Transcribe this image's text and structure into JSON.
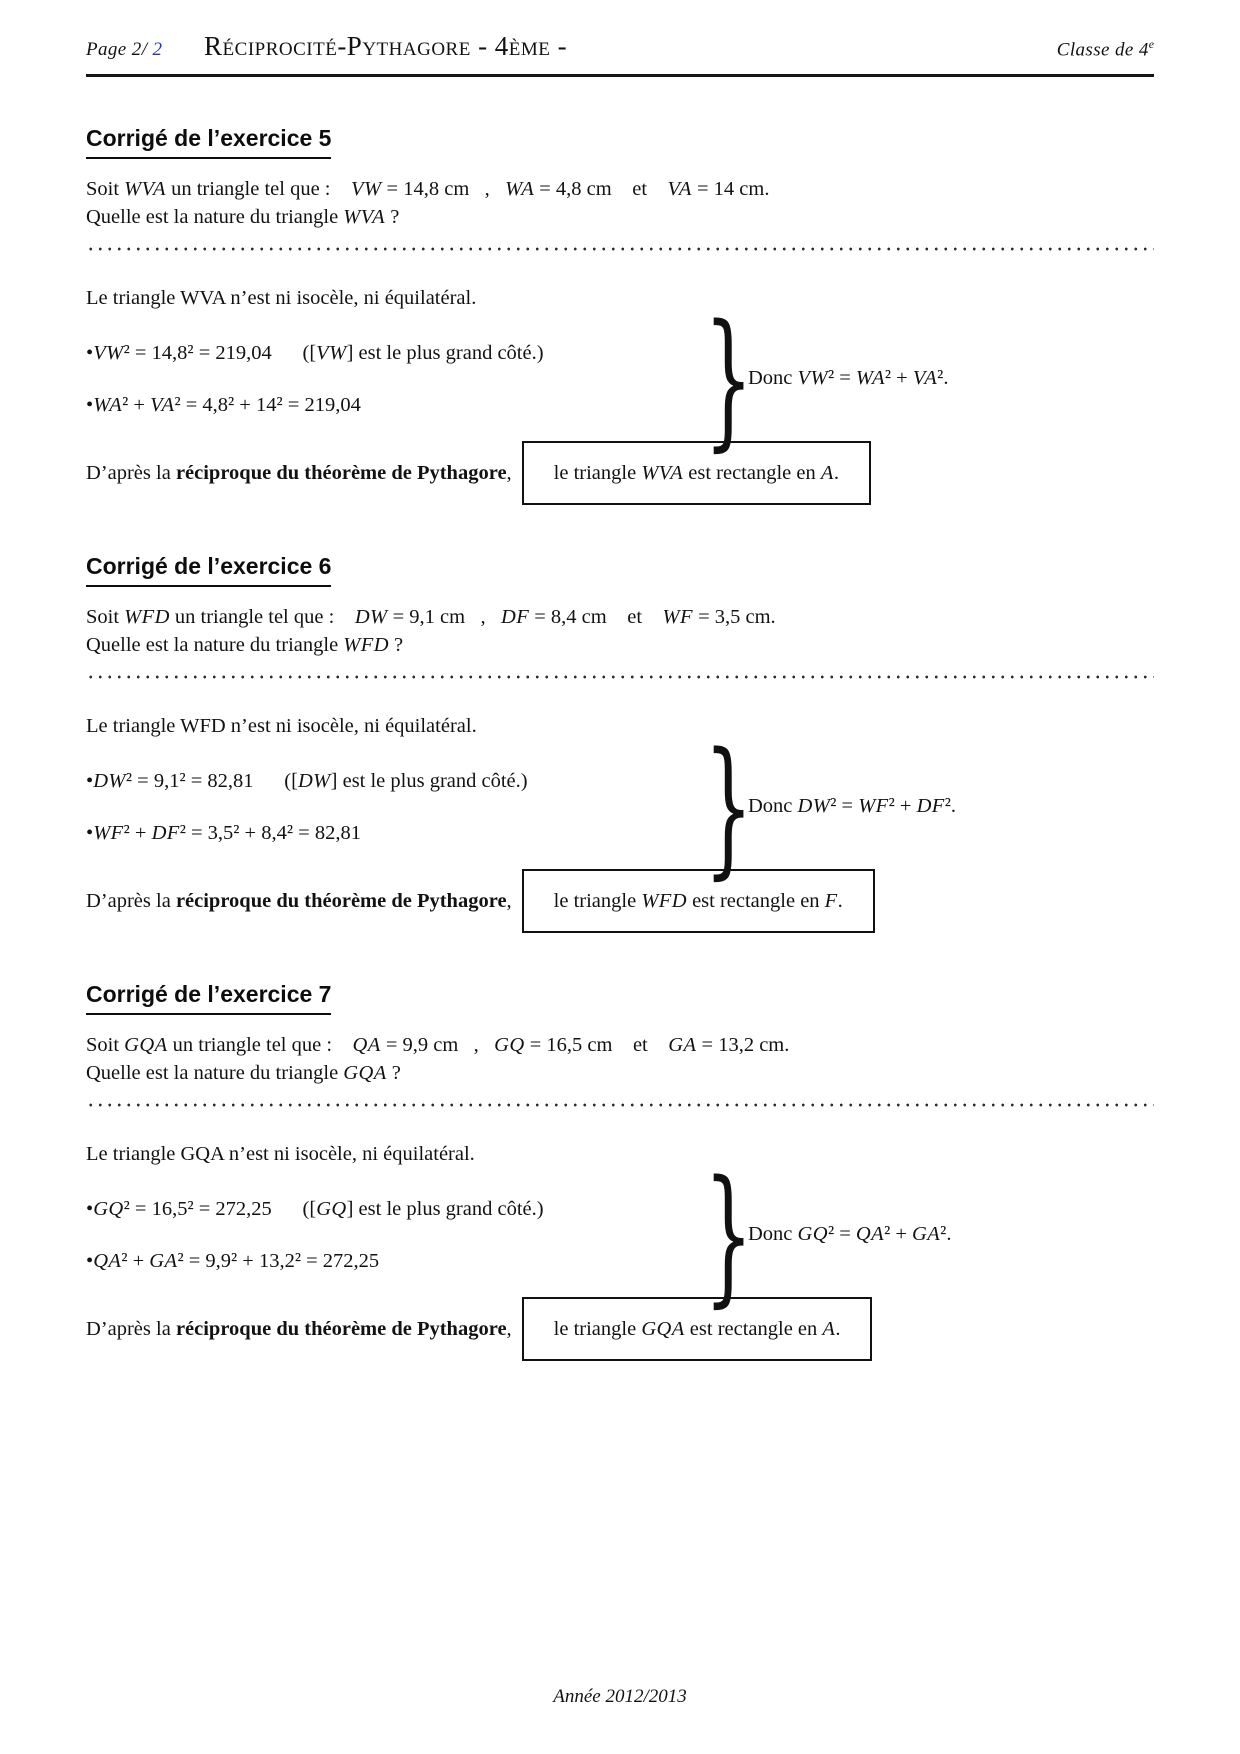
{
  "header": {
    "page": [
      {
        "s": "it",
        "t": "Page 2/ "
      },
      {
        "s": "link",
        "t": "2"
      }
    ],
    "title": "Réciprocité-Pythagore - 4ème -",
    "classe": [
      {
        "s": "it",
        "t": "Classe de 4"
      },
      {
        "s": "sup",
        "t": "e"
      }
    ]
  },
  "icons": {
    "brace_glyph": "}"
  },
  "colors": {
    "link_blue": "#2633cc",
    "text": "#121212"
  },
  "exercises": [
    {
      "heading": "Corrigé de l’exercice 5",
      "given": [
        {
          "s": "rm",
          "t": "Soit "
        },
        {
          "s": "it",
          "t": "WVA"
        },
        {
          "s": "rm",
          "t": " un triangle tel que :    "
        },
        {
          "s": "it",
          "t": "VW"
        },
        {
          "s": "rm",
          "t": " = 14,8 cm   ,   "
        },
        {
          "s": "it",
          "t": "WA"
        },
        {
          "s": "rm",
          "t": " = 4,8 cm    et    "
        },
        {
          "s": "it",
          "t": "VA"
        },
        {
          "s": "rm",
          "t": " = 14 cm."
        }
      ],
      "question": [
        {
          "s": "rm",
          "t": "Quelle est la nature du triangle "
        },
        {
          "s": "it",
          "t": "WVA"
        },
        {
          "s": "rm",
          "t": " ?"
        }
      ],
      "nature": [
        {
          "s": "rm",
          "t": "Le triangle WVA n’est ni isocèle, ni équilatéral."
        }
      ],
      "bullet1": [
        {
          "s": "rm",
          "t": "•"
        },
        {
          "s": "it",
          "t": "VW"
        },
        {
          "s": "rm",
          "t": "² = 14,8² = 219,04      (["
        },
        {
          "s": "it",
          "t": "VW"
        },
        {
          "s": "rm",
          "t": "] est le plus grand côté.)"
        }
      ],
      "bullet2": [
        {
          "s": "rm",
          "t": "•"
        },
        {
          "s": "it",
          "t": "WA"
        },
        {
          "s": "rm",
          "t": "² + "
        },
        {
          "s": "it",
          "t": "VA"
        },
        {
          "s": "rm",
          "t": "² = 4,8² + 14² = 219,04"
        }
      ],
      "donc": [
        {
          "s": "rm",
          "t": "Donc "
        },
        {
          "s": "it",
          "t": "VW"
        },
        {
          "s": "rm",
          "t": "² = "
        },
        {
          "s": "it",
          "t": "WA"
        },
        {
          "s": "rm",
          "t": "² + "
        },
        {
          "s": "it",
          "t": "VA"
        },
        {
          "s": "rm",
          "t": "²."
        }
      ],
      "dapres": [
        {
          "s": "rm",
          "t": "D’après la "
        },
        {
          "s": "bf",
          "t": "réciproque du théorème de Pythagore"
        },
        {
          "s": "rm",
          "t": ","
        }
      ],
      "conclusion": [
        {
          "s": "rm",
          "t": "le triangle "
        },
        {
          "s": "it",
          "t": "WVA"
        },
        {
          "s": "rm",
          "t": " est rectangle en "
        },
        {
          "s": "it",
          "t": "A"
        },
        {
          "s": "rm",
          "t": "."
        }
      ]
    },
    {
      "heading": "Corrigé de l’exercice 6",
      "given": [
        {
          "s": "rm",
          "t": "Soit "
        },
        {
          "s": "it",
          "t": "WFD"
        },
        {
          "s": "rm",
          "t": " un triangle tel que :    "
        },
        {
          "s": "it",
          "t": "DW"
        },
        {
          "s": "rm",
          "t": " = 9,1 cm   ,   "
        },
        {
          "s": "it",
          "t": "DF"
        },
        {
          "s": "rm",
          "t": " = 8,4 cm    et    "
        },
        {
          "s": "it",
          "t": "WF"
        },
        {
          "s": "rm",
          "t": " = 3,5 cm."
        }
      ],
      "question": [
        {
          "s": "rm",
          "t": "Quelle est la nature du triangle "
        },
        {
          "s": "it",
          "t": "WFD"
        },
        {
          "s": "rm",
          "t": " ?"
        }
      ],
      "nature": [
        {
          "s": "rm",
          "t": "Le triangle WFD n’est ni isocèle, ni équilatéral."
        }
      ],
      "bullet1": [
        {
          "s": "rm",
          "t": "•"
        },
        {
          "s": "it",
          "t": "DW"
        },
        {
          "s": "rm",
          "t": "² = 9,1² = 82,81      (["
        },
        {
          "s": "it",
          "t": "DW"
        },
        {
          "s": "rm",
          "t": "] est le plus grand côté.)"
        }
      ],
      "bullet2": [
        {
          "s": "rm",
          "t": "•"
        },
        {
          "s": "it",
          "t": "WF"
        },
        {
          "s": "rm",
          "t": "² + "
        },
        {
          "s": "it",
          "t": "DF"
        },
        {
          "s": "rm",
          "t": "² = 3,5² + 8,4² = 82,81"
        }
      ],
      "donc": [
        {
          "s": "rm",
          "t": "Donc "
        },
        {
          "s": "it",
          "t": "DW"
        },
        {
          "s": "rm",
          "t": "² = "
        },
        {
          "s": "it",
          "t": "WF"
        },
        {
          "s": "rm",
          "t": "² + "
        },
        {
          "s": "it",
          "t": "DF"
        },
        {
          "s": "rm",
          "t": "²."
        }
      ],
      "dapres": [
        {
          "s": "rm",
          "t": "D’après la "
        },
        {
          "s": "bf",
          "t": "réciproque du théorème de Pythagore"
        },
        {
          "s": "rm",
          "t": ","
        }
      ],
      "conclusion": [
        {
          "s": "rm",
          "t": "le triangle "
        },
        {
          "s": "it",
          "t": "WFD"
        },
        {
          "s": "rm",
          "t": " est rectangle en "
        },
        {
          "s": "it",
          "t": "F"
        },
        {
          "s": "rm",
          "t": "."
        }
      ]
    },
    {
      "heading": "Corrigé de l’exercice 7",
      "given": [
        {
          "s": "rm",
          "t": "Soit "
        },
        {
          "s": "it",
          "t": "GQA"
        },
        {
          "s": "rm",
          "t": " un triangle tel que :    "
        },
        {
          "s": "it",
          "t": "QA"
        },
        {
          "s": "rm",
          "t": " = 9,9 cm   ,   "
        },
        {
          "s": "it",
          "t": "GQ"
        },
        {
          "s": "rm",
          "t": " = 16,5 cm    et    "
        },
        {
          "s": "it",
          "t": "GA"
        },
        {
          "s": "rm",
          "t": " = 13,2 cm."
        }
      ],
      "question": [
        {
          "s": "rm",
          "t": "Quelle est la nature du triangle "
        },
        {
          "s": "it",
          "t": "GQA"
        },
        {
          "s": "rm",
          "t": " ?"
        }
      ],
      "nature": [
        {
          "s": "rm",
          "t": "Le triangle GQA n’est ni isocèle, ni équilatéral."
        }
      ],
      "bullet1": [
        {
          "s": "rm",
          "t": "•"
        },
        {
          "s": "it",
          "t": "GQ"
        },
        {
          "s": "rm",
          "t": "² = 16,5² = 272,25      (["
        },
        {
          "s": "it",
          "t": "GQ"
        },
        {
          "s": "rm",
          "t": "] est le plus grand côté.)"
        }
      ],
      "bullet2": [
        {
          "s": "rm",
          "t": "•"
        },
        {
          "s": "it",
          "t": "QA"
        },
        {
          "s": "rm",
          "t": "² + "
        },
        {
          "s": "it",
          "t": "GA"
        },
        {
          "s": "rm",
          "t": "² = 9,9² + 13,2² = 272,25"
        }
      ],
      "donc": [
        {
          "s": "rm",
          "t": "Donc "
        },
        {
          "s": "it",
          "t": "GQ"
        },
        {
          "s": "rm",
          "t": "² = "
        },
        {
          "s": "it",
          "t": "QA"
        },
        {
          "s": "rm",
          "t": "² + "
        },
        {
          "s": "it",
          "t": "GA"
        },
        {
          "s": "rm",
          "t": "²."
        }
      ],
      "dapres": [
        {
          "s": "rm",
          "t": "D’après la "
        },
        {
          "s": "bf",
          "t": "réciproque du théorème de Pythagore"
        },
        {
          "s": "rm",
          "t": ","
        }
      ],
      "conclusion": [
        {
          "s": "rm",
          "t": "le triangle "
        },
        {
          "s": "it",
          "t": "GQA"
        },
        {
          "s": "rm",
          "t": " est rectangle en "
        },
        {
          "s": "it",
          "t": "A"
        },
        {
          "s": "rm",
          "t": "."
        }
      ]
    }
  ],
  "footer": {
    "year": "Année 2012/2013"
  }
}
